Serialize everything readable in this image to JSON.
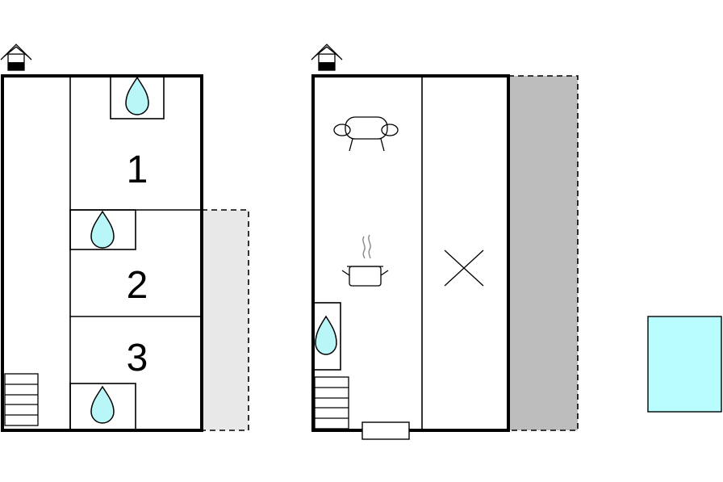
{
  "rooms": [
    {
      "label": "1"
    },
    {
      "label": "2"
    },
    {
      "label": "3"
    }
  ],
  "colors": {
    "water": "#b9f6f8",
    "pool": "#b9fdff",
    "terrace_light": "#e8e8e8",
    "terrace_dark": "#bdbdbd",
    "wall": "#000000"
  },
  "icons": [
    "entrance-icon",
    "bathroom-drop-icon",
    "sofa-icon",
    "cooking-pot-icon",
    "bed-cross-icon",
    "staircase-icon",
    "window-icon",
    "pool-icon"
  ]
}
